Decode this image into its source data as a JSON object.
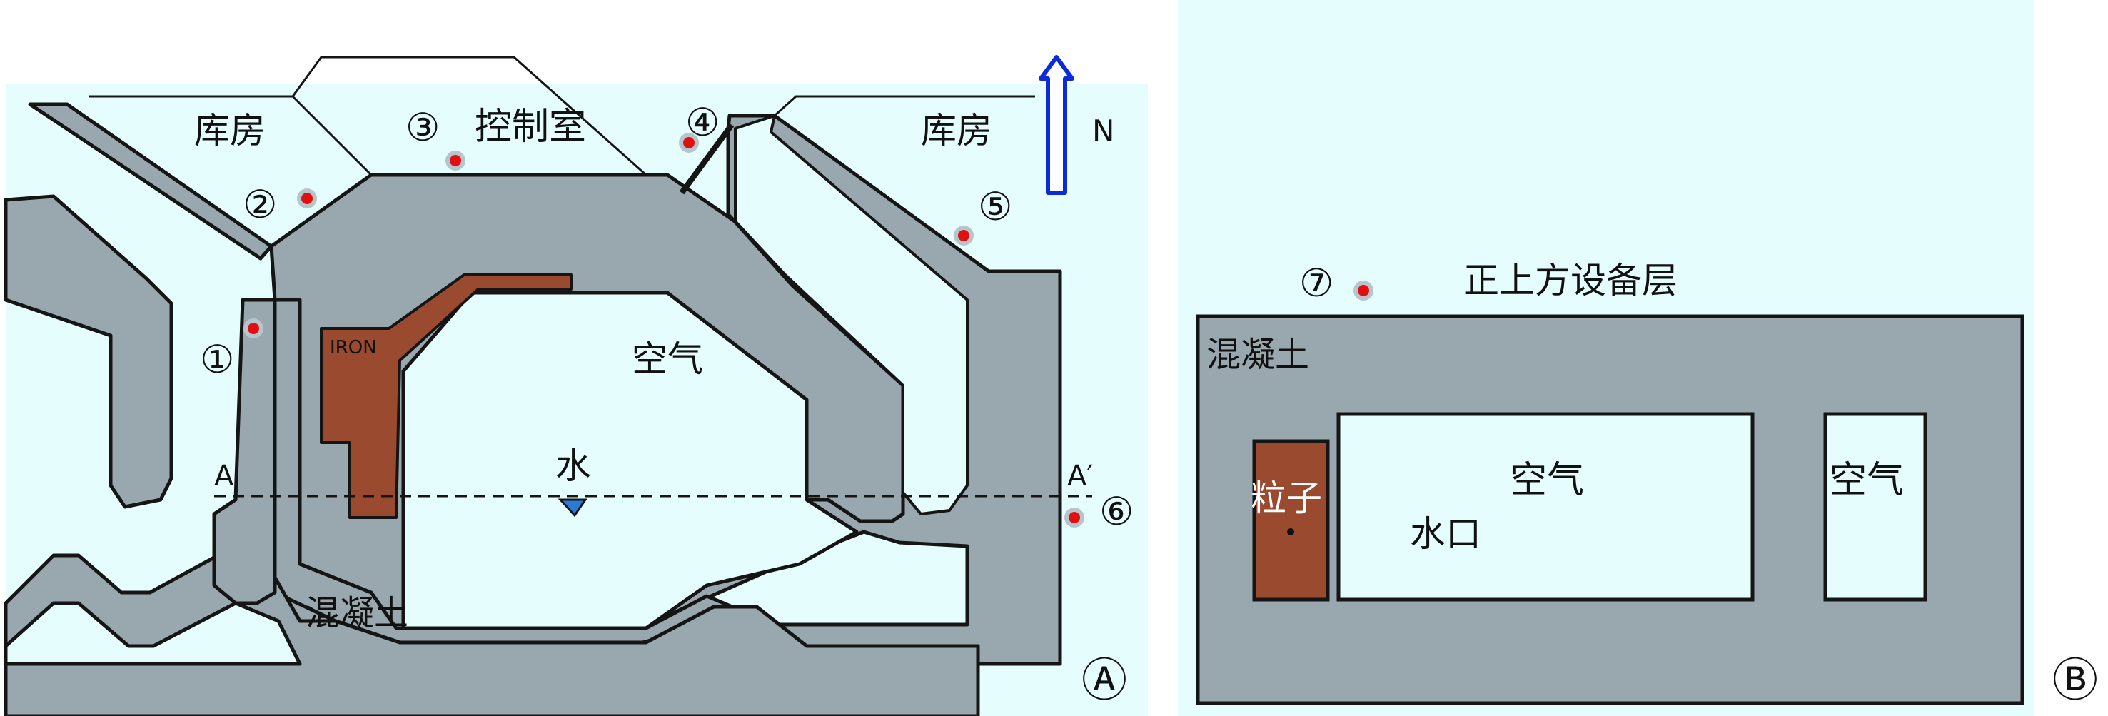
{
  "panel_a": {
    "labels": {
      "storage_left": "库房",
      "storage_right": "库房",
      "control_room": "控制室",
      "north": "N",
      "air": "空气",
      "water": "水",
      "concrete": "混凝土",
      "iron": "IRON",
      "section_a": "A",
      "section_a_prime": "A′",
      "panel_mark": "Ⓐ"
    },
    "points": [
      {
        "mark": "①",
        "name": "point-1"
      },
      {
        "mark": "②",
        "name": "point-2"
      },
      {
        "mark": "③",
        "name": "point-3"
      },
      {
        "mark": "④",
        "name": "point-4"
      },
      {
        "mark": "⑤",
        "name": "point-5"
      },
      {
        "mark": "⑥",
        "name": "point-6"
      }
    ]
  },
  "panel_b": {
    "labels": {
      "equipment_layer": "正上方设备层",
      "concrete": "混凝土",
      "particle": "粒子",
      "air_main": "空气",
      "water_port": "水口",
      "air_side": "空气",
      "panel_mark": "Ⓑ"
    },
    "points": [
      {
        "mark": "⑦",
        "name": "point-7"
      }
    ]
  },
  "colors": {
    "background_light": "#e6fdfe",
    "concrete": "#99a8ae",
    "iron": "#9a4a2e",
    "outline": "#151515",
    "point_dot": "#e01010",
    "point_halo": "#b8c4cc",
    "north_arrow": "#0b2ad9"
  }
}
